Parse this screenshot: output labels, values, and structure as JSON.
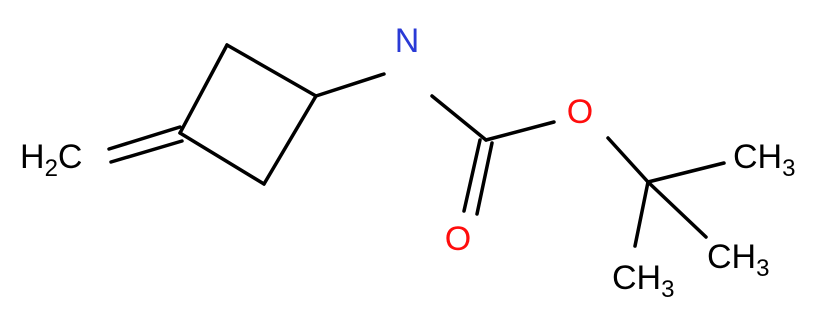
{
  "atoms": {
    "nitrogen": "N",
    "ether_oxygen": "O",
    "carbonyl_oxygen": "O",
    "methylene": {
      "main": "H",
      "sub": "2",
      "after": "C"
    },
    "methyl_1": {
      "main": "CH",
      "sub": "3"
    },
    "methyl_2": {
      "main": "CH",
      "sub": "3"
    },
    "methyl_3": {
      "main": "CH",
      "sub": "3"
    }
  },
  "colors": {
    "bond": "#000000",
    "carbon": "#000000",
    "nitrogen": "#2a3ad6",
    "oxygen": "#ff0d0d"
  }
}
